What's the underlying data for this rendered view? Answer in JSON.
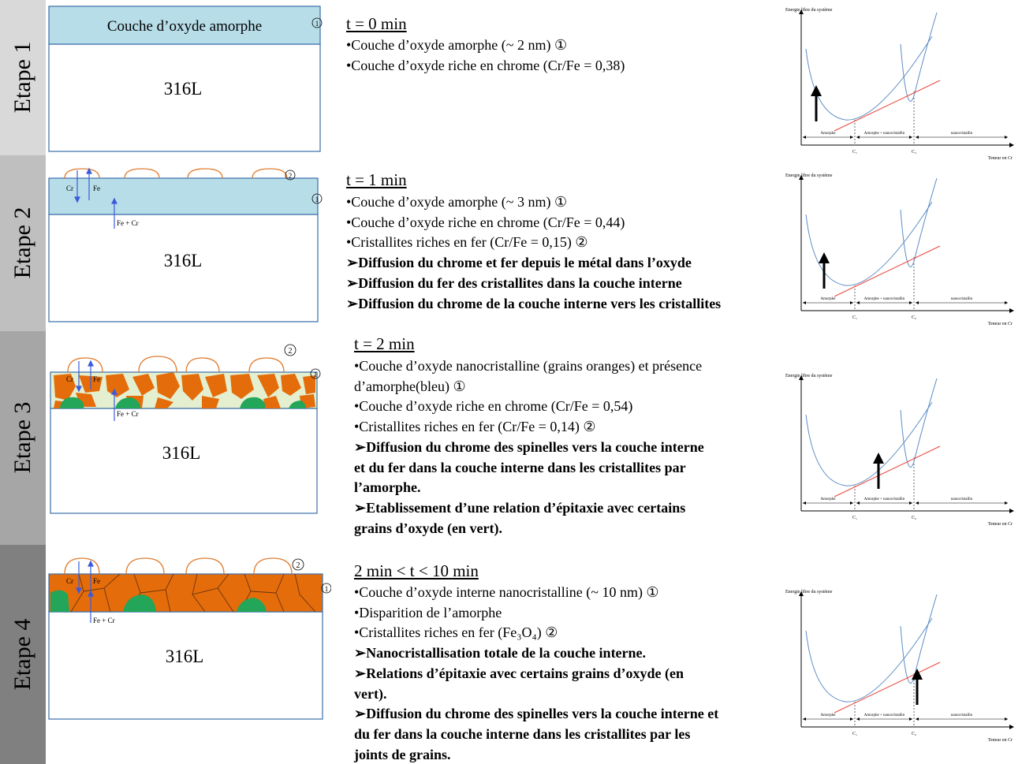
{
  "material_label": "316L",
  "diagram_labels": {
    "cr": "Cr",
    "fe": "Fe",
    "fe_cr": "Fe + Cr"
  },
  "stages": [
    {
      "tab": "Etape 1",
      "tab_color": "#d9d9d9",
      "layer_text": "Couche d’oxyde amorphe",
      "time": "t = 0 min",
      "lines": [
        {
          "text": "•Couche d’oxyde amorphe (~ 2 nm) ①",
          "bold": false
        },
        {
          "text": "•Couche d’oxyde riche en chrome (Cr/Fe = 0,38)",
          "bold": false
        }
      ]
    },
    {
      "tab": "Etape 2",
      "tab_color": "#bfbfbf",
      "time": "t = 1 min",
      "lines": [
        {
          "text": "•Couche d’oxyde amorphe (~ 3 nm) ①",
          "bold": false
        },
        {
          "text": "•Couche d’oxyde riche en chrome (Cr/Fe = 0,44)",
          "bold": false
        },
        {
          "text": "•Cristallites riches en fer (Cr/Fe = 0,15) ②",
          "bold": false
        },
        {
          "text": "➢Diffusion du chrome et fer depuis le métal dans l’oxyde",
          "bold": true
        },
        {
          "text": "➢Diffusion du fer des cristallites dans la couche interne",
          "bold": true
        },
        {
          "text": "➢Diffusion du chrome de la couche interne vers les cristallites",
          "bold": true
        }
      ]
    },
    {
      "tab": "Etape 3",
      "tab_color": "#a6a6a6",
      "time": "t = 2 min",
      "lines": [
        {
          "text": "•Couche d’oxyde nanocristalline (grains oranges) et présence",
          "bold": false
        },
        {
          "text": "d’amorphe(bleu)  ①",
          "bold": false
        },
        {
          "text": "•Couche d’oxyde riche en chrome (Cr/Fe = 0,54)",
          "bold": false
        },
        {
          "text": "•Cristallites riches en fer (Cr/Fe = 0,14) ②",
          "bold": false
        },
        {
          "text": "➢Diffusion du chrome des spinelles vers la couche interne",
          "bold": true
        },
        {
          "text": "et du fer dans la couche interne dans les cristallites par",
          "bold": true
        },
        {
          "text": "l’amorphe.",
          "bold": true
        },
        {
          "text": "➢Etablissement d’une relation d’épitaxie avec certains",
          "bold": true
        },
        {
          "text": "grains d’oxyde (en vert).",
          "bold": true
        }
      ]
    },
    {
      "tab": "Etape 4",
      "tab_color": "#808080",
      "time": "2 min < t < 10 min",
      "lines": [
        {
          "text": "•Couche d’oxyde interne nanocristalline (~ 10 nm) ①",
          "bold": false
        },
        {
          "text": "•Disparition de l’amorphe",
          "bold": false
        },
        {
          "text": "•Cristallites riches en fer (Fe₃O₄) ②",
          "bold": false
        },
        {
          "text": "➢Nanocristallisation totale de la couche interne.",
          "bold": true
        },
        {
          "text": "➢Relations d’épitaxie avec certains grains d’oxyde (en",
          "bold": true
        },
        {
          "text": "vert).",
          "bold": true
        },
        {
          "text": "➢Diffusion du chrome des spinelles vers la couche interne et",
          "bold": true
        },
        {
          "text": "du fer dans la couche interne dans les cristallites par les",
          "bold": true
        },
        {
          "text": "joints de grains.",
          "bold": true
        }
      ]
    }
  ],
  "energy_chart": {
    "ylabel": "Energie libre du système",
    "xlabel": "Teneur en Cr",
    "c1": "C₁",
    "c2": "C₂",
    "regions": [
      "Amorphe",
      "Amorphe + nanocristallin",
      "nanocristallin"
    ],
    "colors": {
      "curve": "#5b8cc4",
      "tangent": "#e8463c"
    }
  },
  "colors": {
    "amorphous": "#b7dde8",
    "nanocrystal": "#e46c0a",
    "epitaxial": "#23a55a",
    "crystallite_outline": "#e07a2c",
    "arrow": "#3b5bdb"
  }
}
